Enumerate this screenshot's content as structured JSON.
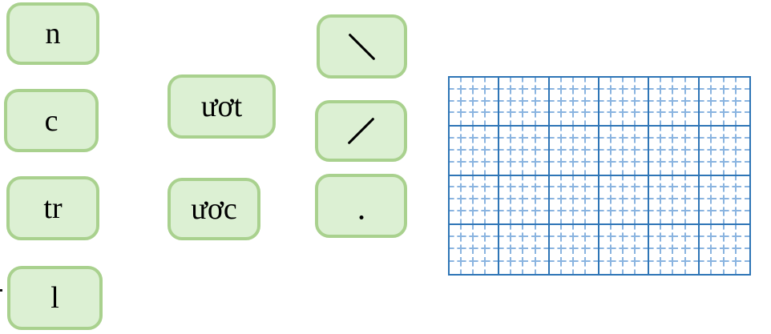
{
  "colors": {
    "tile_fill": "#dcf0d3",
    "tile_border": "#a9d18e",
    "text": "#000000",
    "grid_solid": "#2e75b6",
    "grid_dashed": "#8ab4e0"
  },
  "tiles": {
    "onsets": [
      {
        "label": "n"
      },
      {
        "label": "c"
      },
      {
        "label": "tr"
      },
      {
        "label": "l"
      }
    ],
    "rimes": [
      {
        "label": "ươt"
      },
      {
        "label": "ươc"
      }
    ],
    "tones": [
      {
        "symbol": "\\"
      },
      {
        "symbol": "/"
      },
      {
        "symbol": "."
      }
    ]
  },
  "writing_grid": {
    "columns": 6,
    "rows": 4,
    "subdivisions": 4
  }
}
